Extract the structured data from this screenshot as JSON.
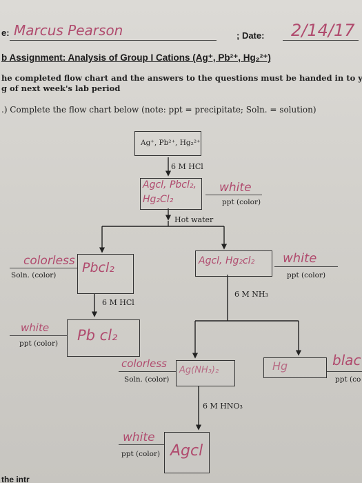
{
  "header": {
    "name_prefix": "e:",
    "name_value": "Marcus Pearson",
    "date_label": "; Date:",
    "date_value": "2/14/17"
  },
  "title": "b Assignment: Analysis of Group I Cations (Ag⁺, Pb²⁺, Hg₂²⁺)",
  "instructions": {
    "line1": "he completed flow chart and the answers to the questions must be handed in to your lab ins",
    "line2": "g of next week's lab period"
  },
  "question": ".) Complete the flow chart below (note: ppt = precipitate; Soln. = solution)",
  "flowchart": {
    "start": "Ag⁺, Pb²⁺, Hg₂²⁺",
    "reagent1": "6 M HCl",
    "box1_line1": "Agcl, Pbcl₂,",
    "box1_line2": "Hg₂Cl₂",
    "box1_color": "white",
    "box1_label": "ppt (color)",
    "reagent2": "Hot water",
    "left_color": "colorless",
    "left_box": "Pbcl₂",
    "left_label": "Soln. (color)",
    "right_box": "Agcl, Hg₂cl₂",
    "right_color": "white",
    "right_label": "ppt (color)",
    "reagent3": "6 M HCl",
    "pb_color": "white",
    "pb_box": "Pb cl₂",
    "pb_label": "ppt (color)",
    "reagent4": "6 M NH₃",
    "ag_color": "colorless",
    "ag_box": "Ag(NH₃)₂",
    "ag_label": "Soln. (color)",
    "hg_box": "Hg",
    "hg_color": "blac",
    "hg_label": "ppt (co",
    "reagent5": "6 M HNO₃",
    "final_color": "white",
    "final_box": "Agcl",
    "final_label": "ppt (color)"
  },
  "footer_fragment": "the intr"
}
